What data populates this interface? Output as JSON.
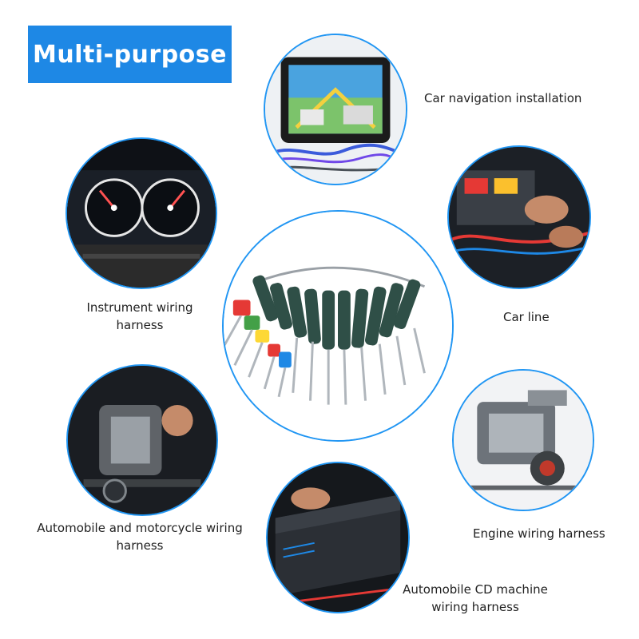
{
  "banner": {
    "title": "Multi-purpose"
  },
  "applications": [
    {
      "label": "Car navigation installation"
    },
    {
      "label": "Instrument wiring harness"
    },
    {
      "label": "Car line"
    },
    {
      "label": "Automobile and motorcycle wiring harness"
    },
    {
      "label": "Engine wiring harness"
    },
    {
      "label": "Automobile CD machine wiring harness"
    }
  ],
  "product": {
    "icon": "terminal-removal-tool-set-icon"
  },
  "colors": {
    "accent": "#2196f3",
    "banner": "#1e88e5",
    "handle": "#2f4f47",
    "cap_red": "#e53935",
    "cap_orange": "#f57c00",
    "cap_green": "#43a047",
    "cap_yellow": "#fdd835",
    "cap_blue": "#1e88e5"
  }
}
